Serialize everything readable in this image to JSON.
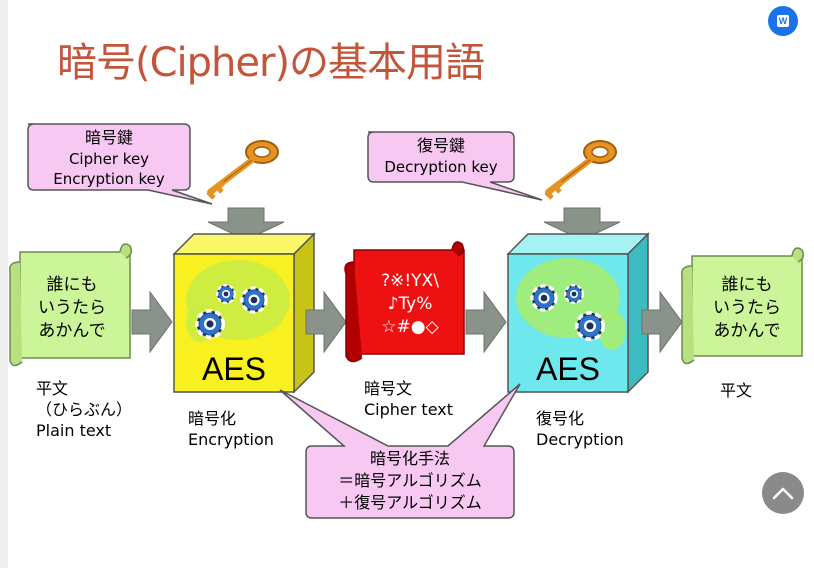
{
  "title": "暗号(Cipher)の基本用語",
  "callouts": {
    "encryption_key": [
      "暗号鍵",
      "Cipher key",
      "Encryption key"
    ],
    "decryption_key": [
      "復号鍵",
      "Decryption key"
    ],
    "algorithm": [
      "暗号化手法",
      "＝暗号アルゴリズム",
      "＋復号アルゴリズム"
    ]
  },
  "plaintext_scroll": [
    "誰にも",
    "いうたら",
    "あかんで"
  ],
  "ciphertext_scroll": [
    "?※!YX\\",
    "♪Ty%",
    "☆#●◇"
  ],
  "box_label": "AES",
  "labels": {
    "plain_left": [
      "平文",
      "（ひらぶん）",
      "Plain text"
    ],
    "encryption": [
      "暗号化",
      "Encryption"
    ],
    "cipher": [
      "暗号文",
      "Cipher text"
    ],
    "decryption": [
      "復号化",
      "Decryption"
    ],
    "plain_right": "平文"
  },
  "colors": {
    "title": "#c2553a",
    "callout_fill": "#f7c9f2",
    "scroll_fill": "#ccf59a",
    "cipher_fill": "#ee1111",
    "encrypt_box": "#f8f020",
    "decrypt_box": "#6ee8ec",
    "arrow": "#8a9389"
  },
  "icons": [
    "key-icon",
    "gears-icon",
    "word-icon",
    "scroll-to-top-icon"
  ]
}
